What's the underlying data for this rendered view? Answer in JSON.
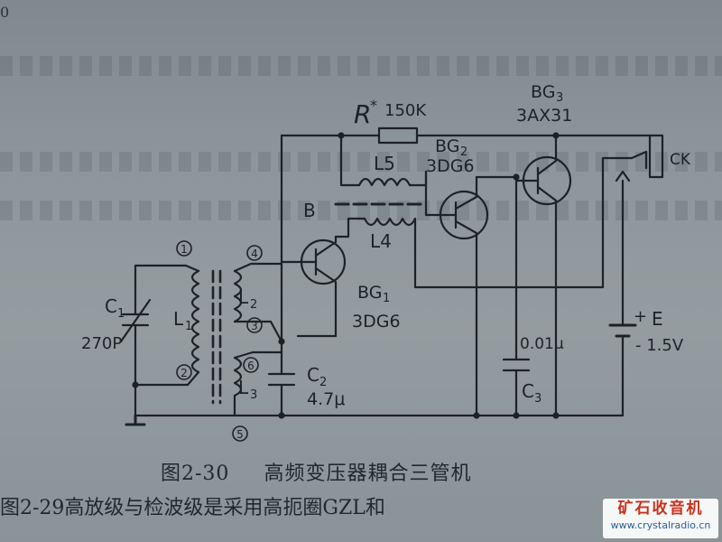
{
  "corner_mark": "0",
  "figure": {
    "number": "图2-30",
    "title": "高频变压器耦合三管机"
  },
  "next_line_text": "图2-29高放级与检波级是采用高扼圈GZL和",
  "watermark": {
    "title": "矿石收音机",
    "url": "www.crystalradio.cn"
  },
  "labels": {
    "R": "R",
    "R_star": "*",
    "R_value": "150K",
    "BG3": "BG",
    "BG3_sub": "3",
    "BG3_type": "3AX31",
    "BG2": "BG",
    "BG2_sub": "2",
    "BG2_type": "3DG6",
    "BG1": "BG",
    "BG1_sub": "1",
    "BG1_type": "3DG6",
    "CK": "CK",
    "L5": "L5",
    "L4": "L4",
    "B": "B",
    "L2": "L",
    "L2_sub": "2",
    "L1": "L",
    "L1_sub": "1",
    "L3": "L",
    "L3_sub": "3",
    "C1": "C",
    "C1_sub": "1",
    "C1_value": "270P",
    "C2": "C",
    "C2_sub": "2",
    "C2_value": "4.7μ",
    "C3": "C",
    "C3_sub": "3",
    "C3_value": "0.01μ",
    "E": "E",
    "E_plus": "+",
    "E_value": "- 1.5V",
    "node1": "1",
    "node2": "2",
    "node3": "3",
    "node4": "4",
    "node5": "5",
    "node6": "6"
  },
  "colors": {
    "ink": "#1d2226",
    "paper": "#8e979b",
    "watermark_red": "#c8321e",
    "watermark_blue": "#2a5d9f"
  }
}
